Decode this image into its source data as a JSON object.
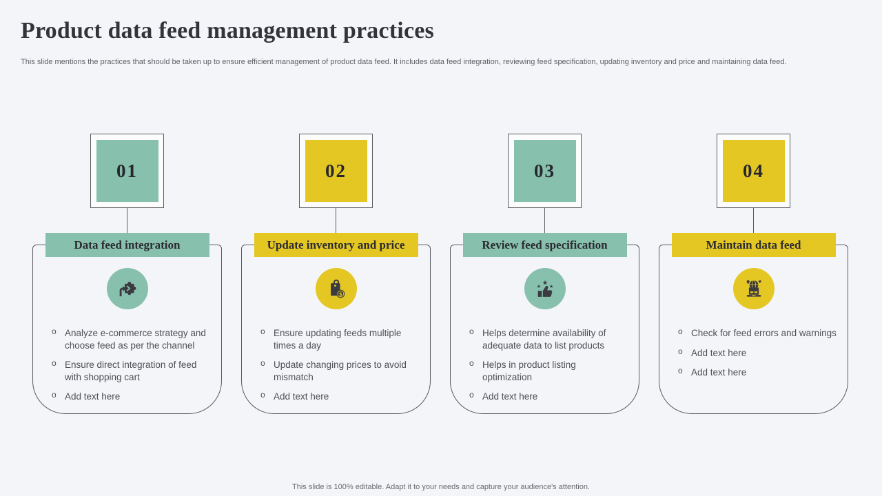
{
  "slide": {
    "title": "Product data feed management practices",
    "subtitle": "This slide mentions the practices that should be taken up to ensure efficient management of product data feed. It includes data feed integration, reviewing feed specification, updating inventory and price and maintaining  data feed.",
    "footer": "This slide is 100% editable.  Adapt it to your needs and capture your audience's attention."
  },
  "colors": {
    "teal": "#87c0ad",
    "yellow": "#e4c723",
    "icon_dark": "#3a3a41",
    "background": "#f4f5f8"
  },
  "columns": [
    {
      "number": "01",
      "accent": "teal",
      "header": "Data feed integration",
      "icon": "puzzle-arrow-icon",
      "bullets": [
        "Analyze e-commerce strategy and choose feed  as per the channel",
        "Ensure direct integration of feed with shopping  cart",
        "Add text here"
      ]
    },
    {
      "number": "02",
      "accent": "yellow",
      "header": "Update inventory and price",
      "icon": "price-tag-dollar-icon",
      "bullets": [
        "Ensure updating feeds multiple times a day",
        "Update changing prices to avoid mismatch",
        "Add text here"
      ]
    },
    {
      "number": "03",
      "accent": "teal",
      "header": "Review feed specification",
      "icon": "thumbs-up-stars-icon",
      "bullets": [
        "Helps determine availability of adequate  data to list products",
        "Helps in product listing optimization",
        "Add text here"
      ]
    },
    {
      "number": "04",
      "accent": "yellow",
      "header": "Maintain data feed",
      "icon": "laptop-globe-icon",
      "bullets": [
        "Check for feed  errors and warnings",
        "Add text here",
        "Add text here"
      ]
    }
  ]
}
